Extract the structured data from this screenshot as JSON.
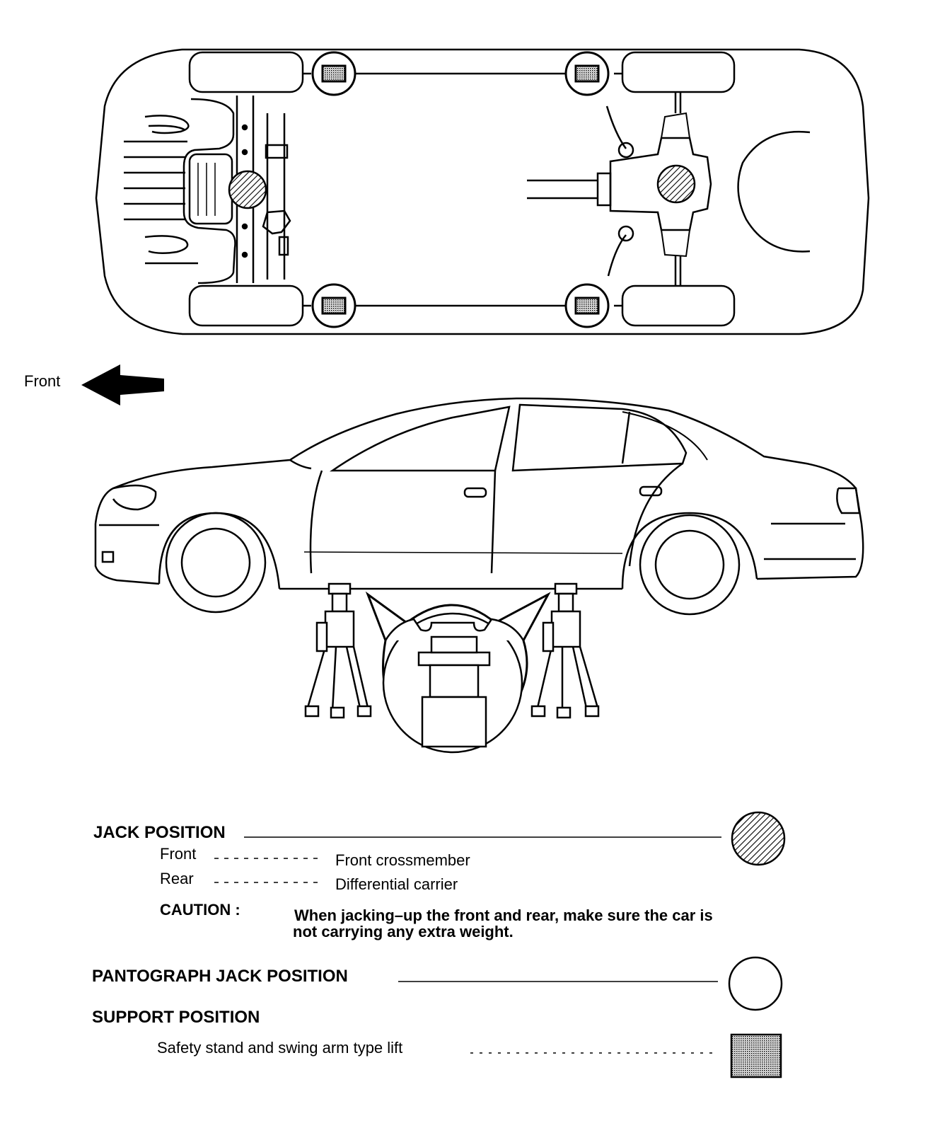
{
  "direction_label": "Front",
  "legend": {
    "jack_position": {
      "title": "JACK POSITION",
      "front_label": "Front",
      "front_value": "Front crossmember",
      "rear_label": "Rear",
      "rear_value": "Differential carrier"
    },
    "caution_label": "CAUTION :",
    "caution_text_line1": "When jacking–up the front and rear, make sure the car is",
    "caution_text_line2": "not carrying any extra weight.",
    "pantograph_title": "PANTOGRAPH JACK POSITION",
    "support_title": "SUPPORT POSITION",
    "support_item": "Safety stand and swing arm type lift"
  },
  "symbols": {
    "jack": "hatched-circle-icon",
    "pantograph": "open-circle-icon",
    "support": "dotted-square-icon"
  }
}
